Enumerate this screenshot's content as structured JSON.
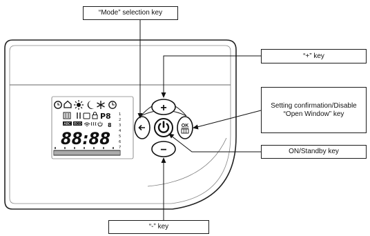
{
  "callouts": {
    "mode_key": "“Mode” selection key",
    "plus_key": "“+” key",
    "confirm_key": "Setting confirmation/Disable “Open Window” key",
    "on_standby_key": "ON/Standby key",
    "minus_key": "“-” key"
  },
  "device": {
    "display": {
      "digits": "88:88",
      "small_digit": "8",
      "program_label": "P8",
      "auto_badge": "ABC",
      "eco_badge": "ECO",
      "side_numbers": [
        "1",
        "2",
        "3",
        "4",
        "5",
        "6",
        "7"
      ]
    },
    "keys": {
      "plus_symbol": "+",
      "minus_symbol": "−",
      "ok_label": "OK"
    }
  }
}
